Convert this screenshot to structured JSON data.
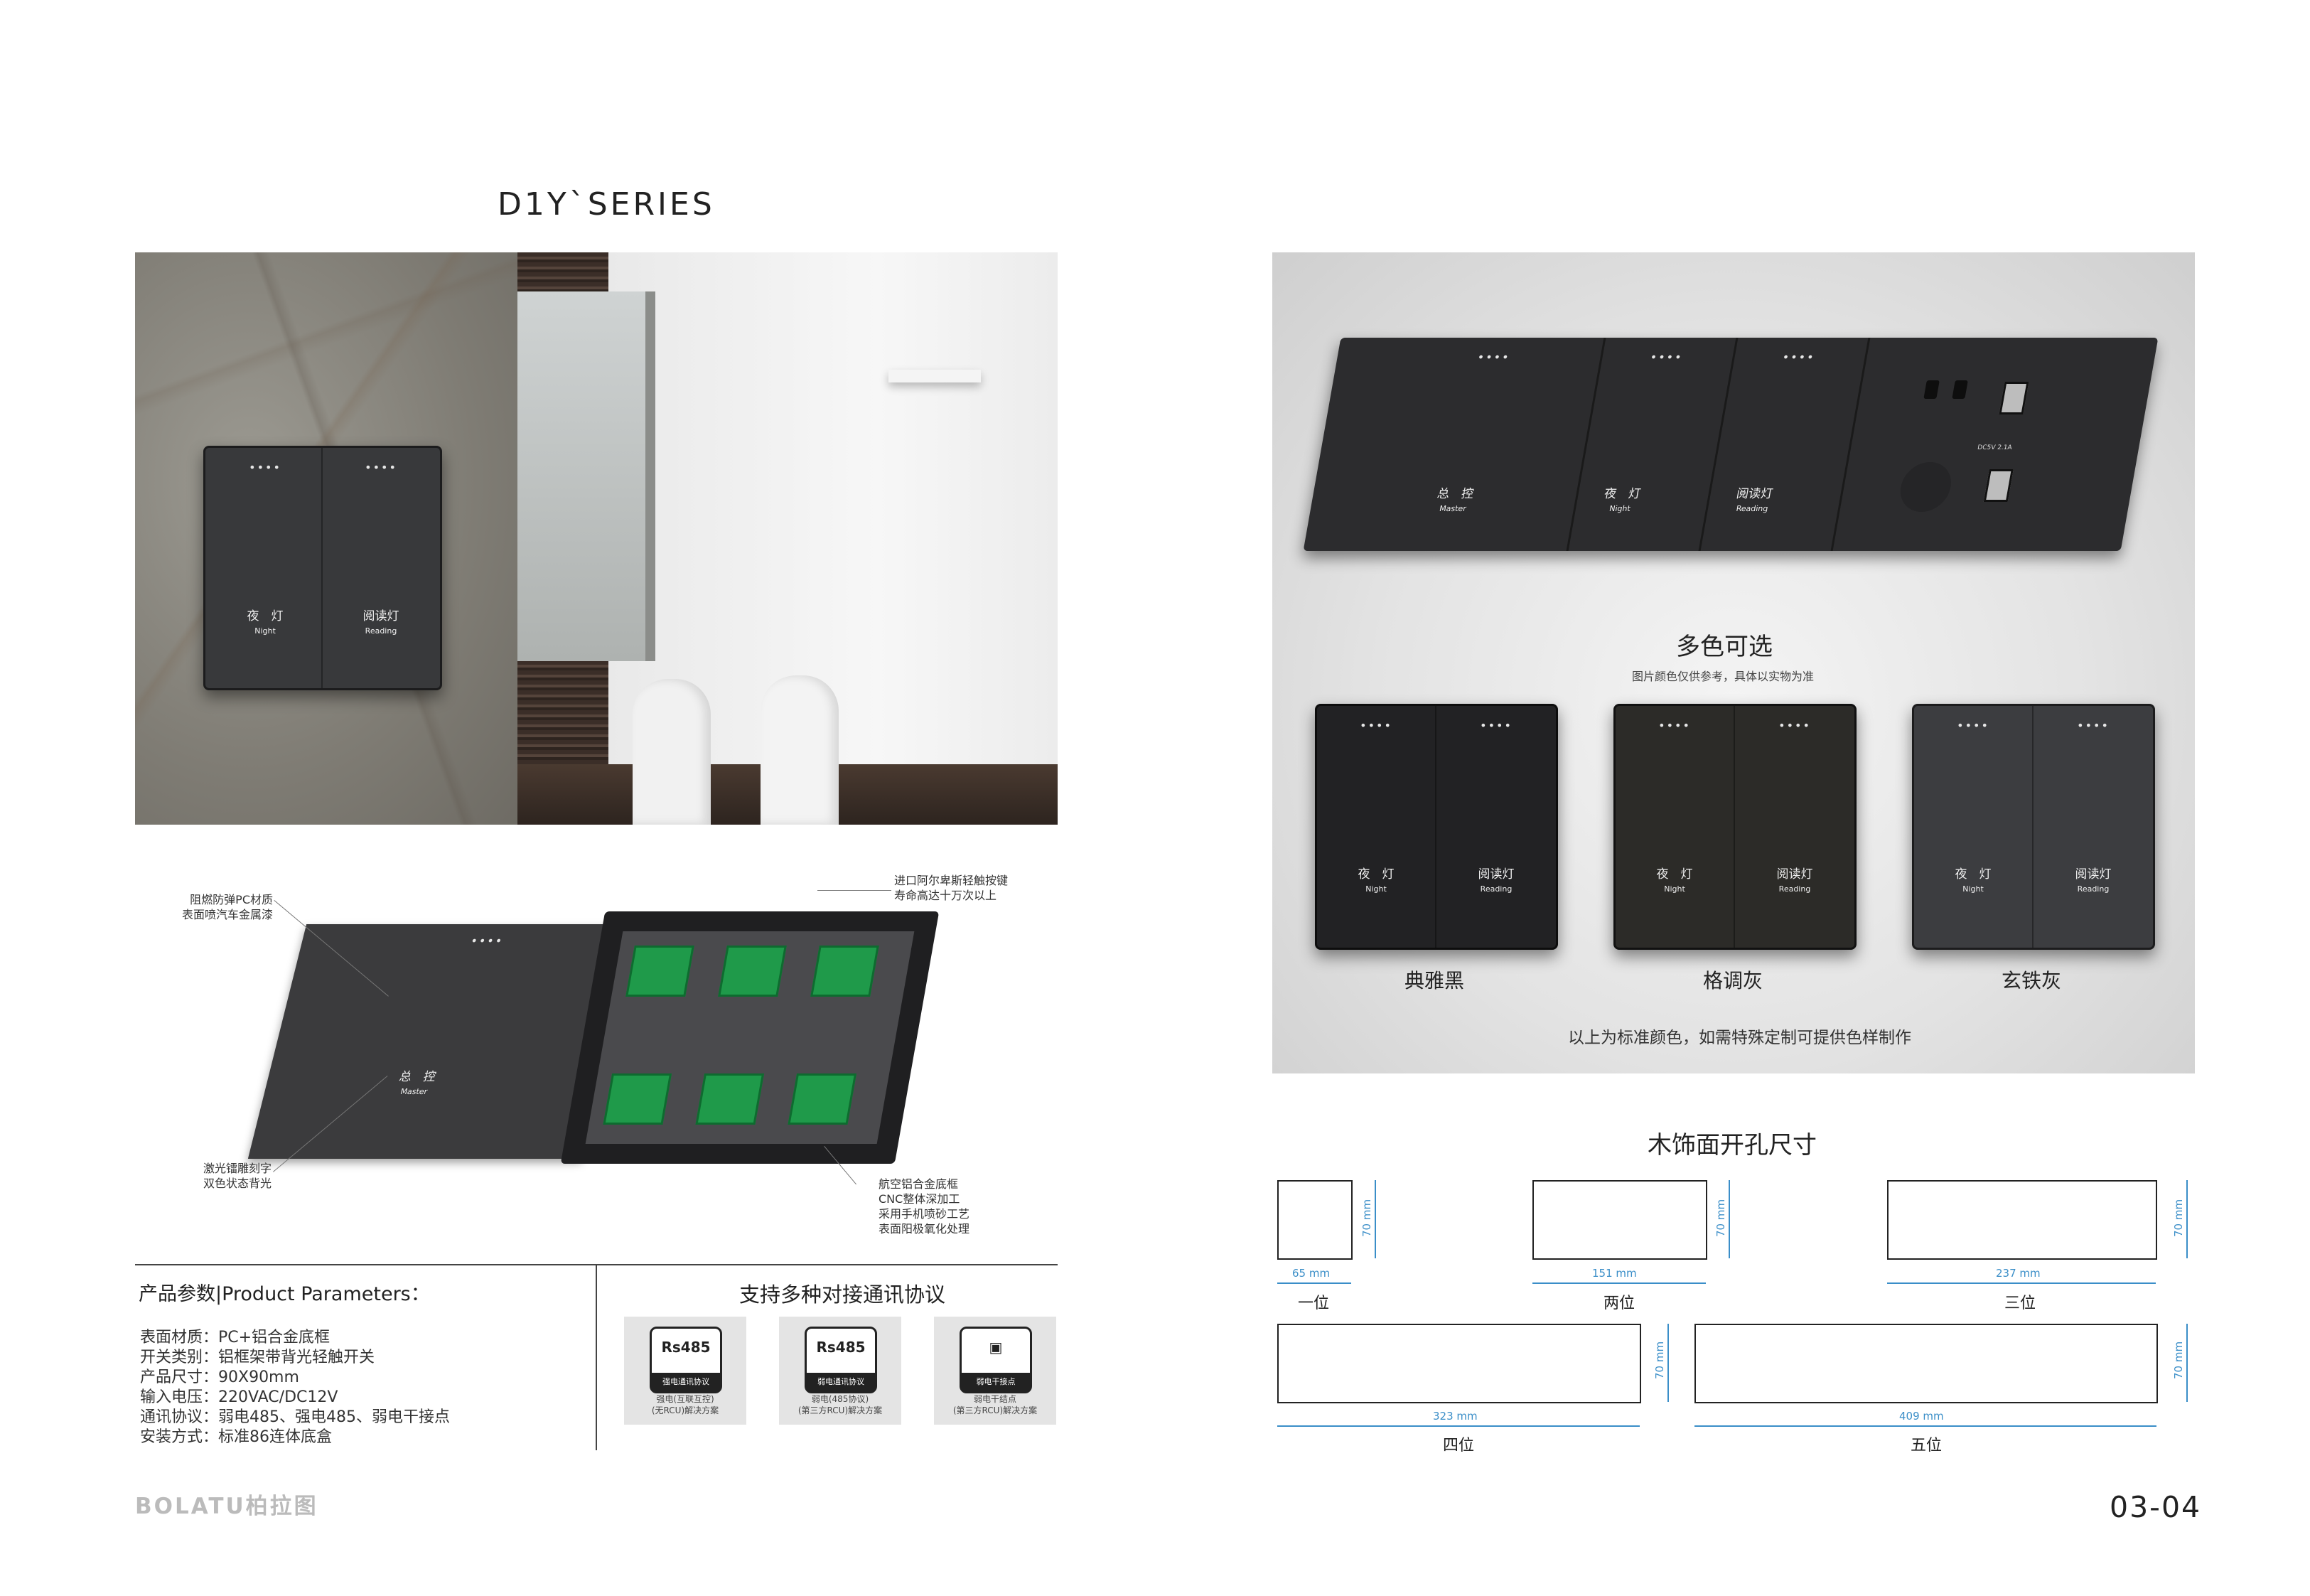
{
  "page": {
    "series_title": "D1Y`SERIES",
    "page_number": "03-04",
    "logo": "BOLATU柏拉图"
  },
  "switch_labels": {
    "dots": "••••",
    "night_cn": "夜　灯",
    "night_en": "Night",
    "reading_cn": "阅读灯",
    "reading_en": "Reading",
    "master_cn": "总　控",
    "master_en": "Master",
    "usb_label": "DC5V 2.1A"
  },
  "exploded_notes": {
    "top_left": [
      "阻燃防弹PC材质",
      "表面喷汽车金属漆"
    ],
    "bottom_left": [
      "激光镭雕刻字",
      "双色状态背光"
    ],
    "top_right": [
      "进口阿尔卑斯轻触按键",
      "寿命高达十万次以上"
    ],
    "bottom_right": [
      "航空铝合金底框",
      "CNC整体深加工",
      "采用手机喷砂工艺",
      "表面阳极氧化处理"
    ]
  },
  "parameters": {
    "title": "产品参数|Product Parameters：",
    "rows": [
      "表面材质：PC+铝合金底框",
      "开关类别：铝框架带背光轻触开关",
      "产品尺寸：90X90mm",
      "输入电压：220VAC/DC12V",
      "通讯协议：弱电485、强电485、弱电干接点",
      "安装方式：标准86连体底盒"
    ]
  },
  "protocols": {
    "title": "支持多种对接通讯协议",
    "items": [
      {
        "badge": "Rs485",
        "strip": "强电通讯协议",
        "caption": [
          "强电(互联互控)",
          "(无RCU)解决方案"
        ]
      },
      {
        "badge": "Rs485",
        "strip": "弱电通讯协议",
        "caption": [
          "弱电(485协议)",
          "(第三方RCU)解决方案"
        ]
      },
      {
        "badge": "▣",
        "strip": "弱电干接点",
        "caption": [
          "弱电干结点",
          "(第三方RCU)解决方案"
        ]
      }
    ]
  },
  "colors": {
    "title": "多色可选",
    "subtitle": "图片颜色仅供参考，具体以实物为准",
    "options": [
      {
        "name": "典雅黑",
        "hex": "#222224"
      },
      {
        "name": "格调灰",
        "hex": "#2c2b28"
      },
      {
        "name": "玄铁灰",
        "hex": "#3c3d40"
      }
    ],
    "note": "以上为标准颜色，如需特殊定制可提供色样制作"
  },
  "cutouts": {
    "title": "木饰面开孔尺寸",
    "height_label": "70 mm",
    "items": [
      {
        "name": "一位",
        "width": "65 mm"
      },
      {
        "name": "两位",
        "width": "151 mm"
      },
      {
        "name": "三位",
        "width": "237 mm"
      },
      {
        "name": "四位",
        "width": "323 mm"
      },
      {
        "name": "五位",
        "width": "409 mm"
      }
    ]
  }
}
